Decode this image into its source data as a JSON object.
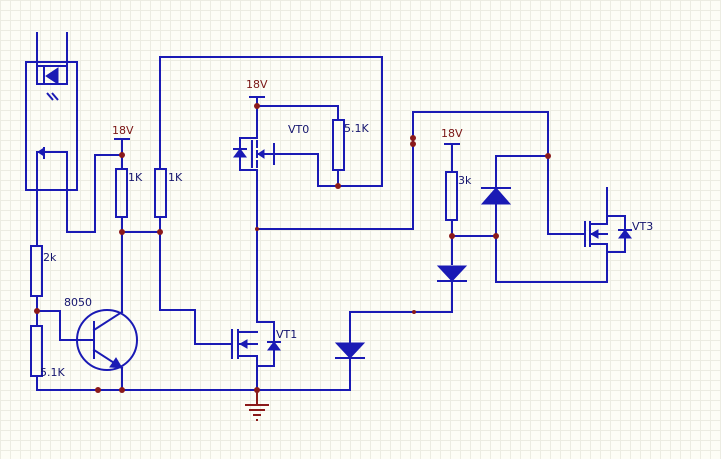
{
  "labels": {
    "v_top_left": "18V",
    "v_top_mid": "18V",
    "v_top_right": "18V",
    "r_2k": "2k",
    "r_5k1_bottom": "5.1K",
    "r_1k_a": "1K",
    "r_1k_b": "1K",
    "r_5k1_top": "5.1K",
    "r_3k": "3k",
    "q_8050": "8050",
    "vt0": "VT0",
    "vt1": "VT1",
    "vt3": "VT3"
  },
  "colors": {
    "wire": "#1a1ab4",
    "junction": "#8b1a1a",
    "background": "#fdfdf6",
    "grid": "#ecece2"
  }
}
